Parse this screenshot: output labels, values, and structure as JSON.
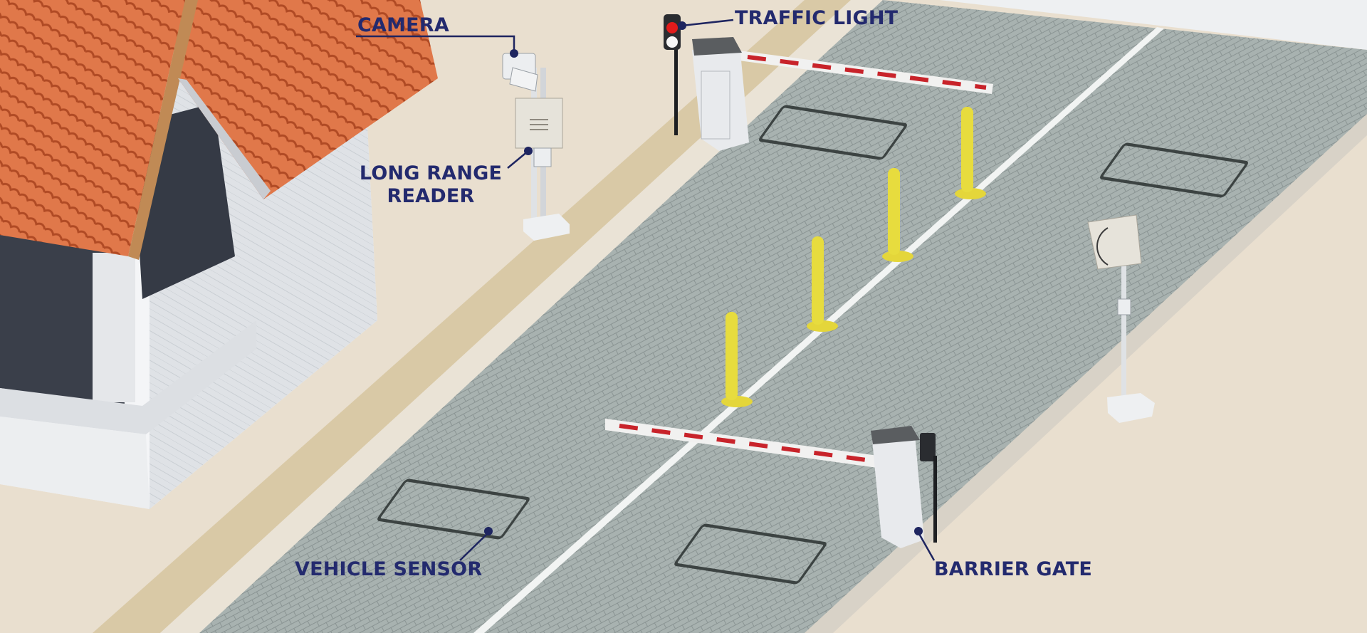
{
  "labels": {
    "camera": "CAMERA",
    "traffic_light": "TRAFFIC LIGHT",
    "long_range_reader_line1": "LONG RANGE",
    "long_range_reader_line2": "READER",
    "vehicle_sensor": "VEHICLE SENSOR",
    "barrier_gate": "BARRIER GATE"
  },
  "colors": {
    "label_text": "#232a6e",
    "leader_line": "#1e2560",
    "pavement": "#a9b3b1",
    "ground": "#e9dfcf",
    "roof_tile": "#e0784a",
    "bollard": "#e4d63a",
    "traffic_light_red": "#e11b1b",
    "barrier_stripe": "#c8232a"
  }
}
